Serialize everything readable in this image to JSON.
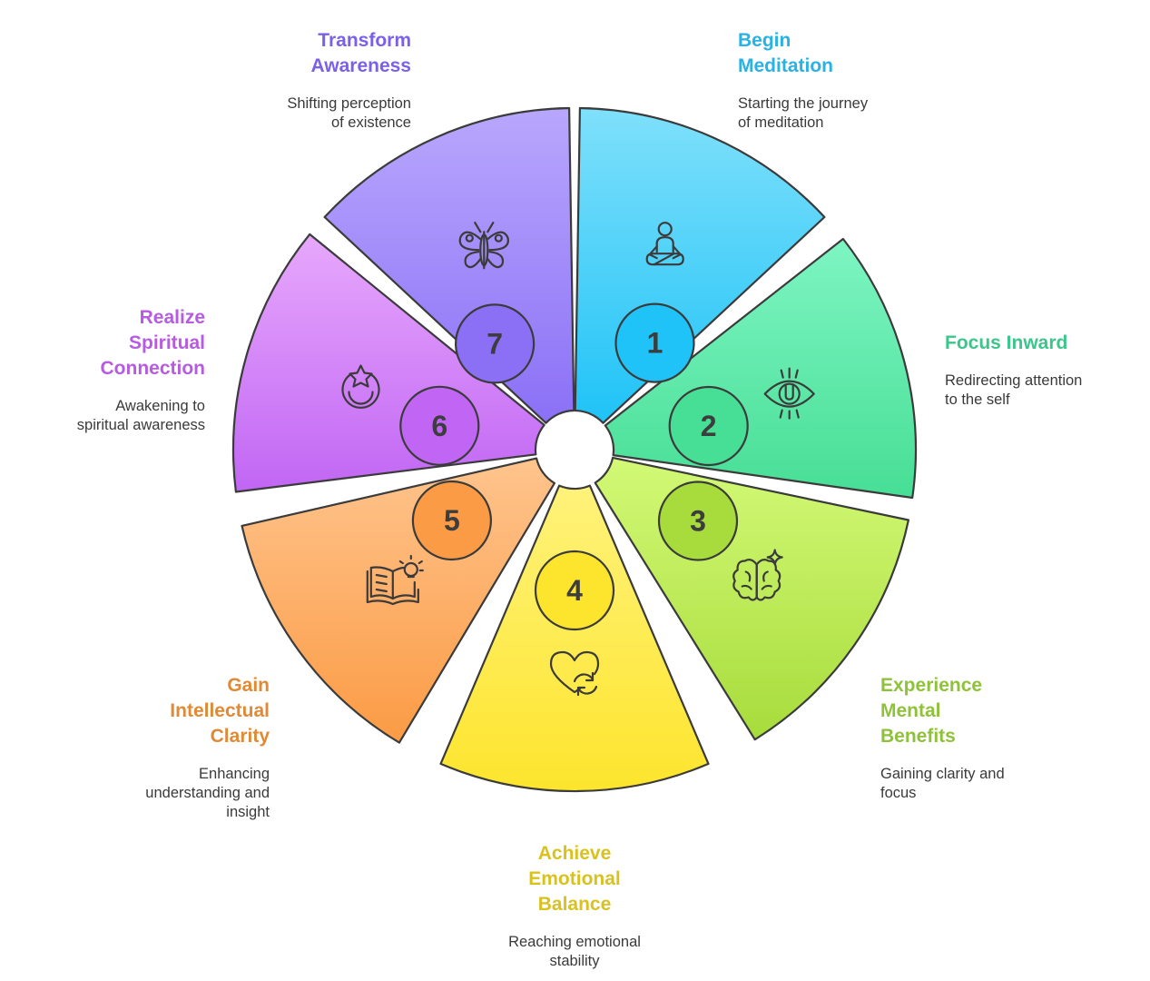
{
  "steps": [
    {
      "number": "1",
      "title": "Begin Meditation",
      "title_lines": [
        "Begin",
        "Meditation"
      ],
      "description_lines": [
        "Starting the journey",
        "of meditation"
      ],
      "color": "#29b2e3",
      "gradient": [
        "#7fe0fb",
        "#1fc3f7"
      ],
      "icon": "meditation-person-icon"
    },
    {
      "number": "2",
      "title": "Focus Inward",
      "title_lines": [
        "Focus Inward"
      ],
      "description_lines": [
        "Redirecting attention",
        "to the self"
      ],
      "color": "#3cc68b",
      "gradient": [
        "#7ef5c3",
        "#47de95"
      ],
      "icon": "eye-icon"
    },
    {
      "number": "3",
      "title": "Experience Mental Benefits",
      "title_lines": [
        "Experience",
        "Mental",
        "Benefits"
      ],
      "description_lines": [
        "Gaining clarity and",
        "focus"
      ],
      "color": "#8fc23a",
      "gradient": [
        "#d3f976",
        "#a7dc3c"
      ],
      "icon": "brain-sparkle-icon"
    },
    {
      "number": "4",
      "title": "Achieve Emotional Balance",
      "title_lines": [
        "Achieve",
        "Emotional",
        "Balance"
      ],
      "description_lines": [
        "Reaching emotional",
        "stability"
      ],
      "color": "#d9c21f",
      "gradient": [
        "#fff27a",
        "#fde52d"
      ],
      "icon": "heart-cycle-icon"
    },
    {
      "number": "5",
      "title": "Gain Intellectual Clarity",
      "title_lines": [
        "Gain",
        "Intellectual",
        "Clarity"
      ],
      "description_lines": [
        "Enhancing",
        "understanding and",
        "insight"
      ],
      "color": "#e08a35",
      "gradient": [
        "#ffc48d",
        "#fb9b45"
      ],
      "icon": "book-lightbulb-icon"
    },
    {
      "number": "6",
      "title": "Realize Spiritual Connection",
      "title_lines": [
        "Realize",
        "Spiritual",
        "Connection"
      ],
      "description_lines": [
        "Awakening to",
        "spiritual awareness"
      ],
      "color": "#b75be2",
      "gradient": [
        "#e7a8fc",
        "#c166f4"
      ],
      "icon": "star-moon-icon"
    },
    {
      "number": "7",
      "title": "Transform Awareness",
      "title_lines": [
        "Transform",
        "Awareness"
      ],
      "description_lines": [
        "Shifting perception",
        "of existence"
      ],
      "color": "#7b61e8",
      "gradient": [
        "#b8a7fd",
        "#8b70f6"
      ],
      "icon": "butterfly-icon"
    }
  ]
}
